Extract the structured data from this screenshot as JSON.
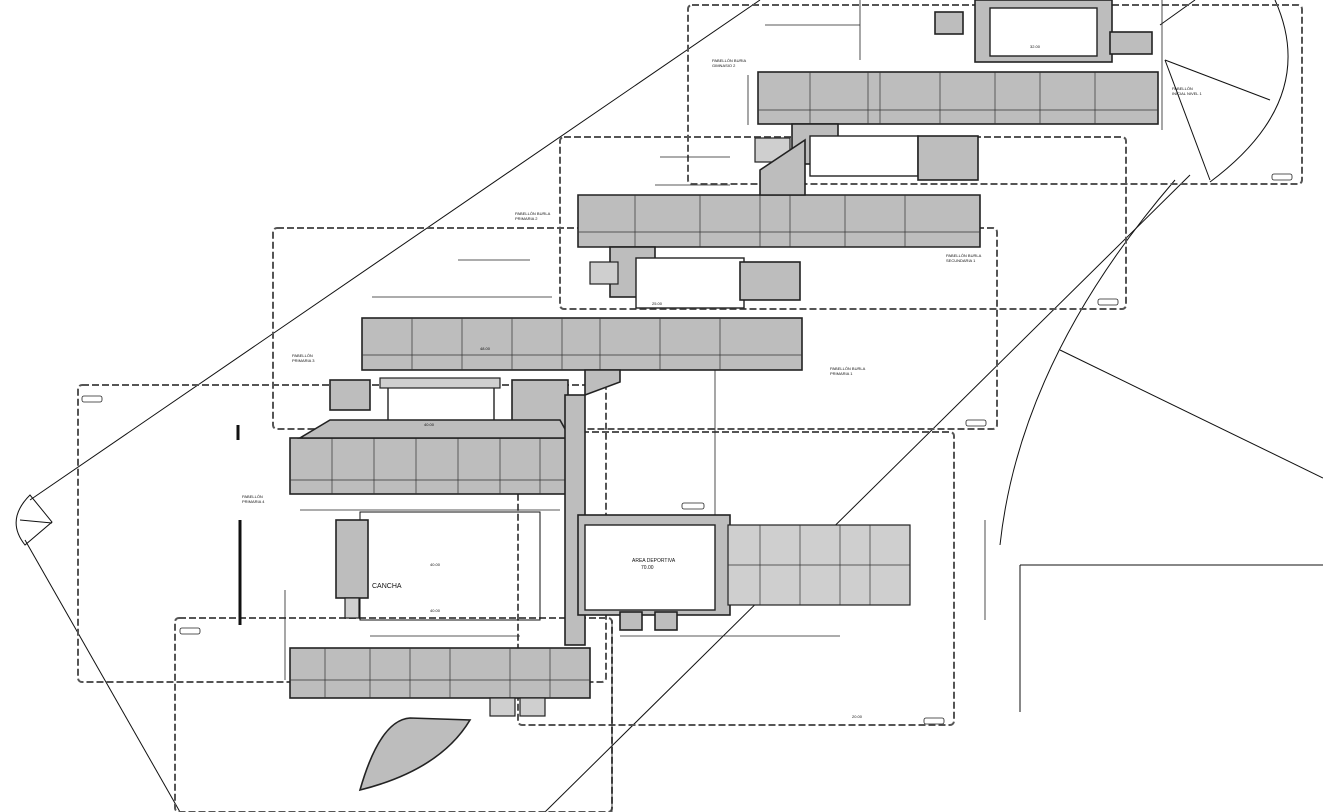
{
  "drawing": {
    "labels": {
      "pavilion_sport_2": "PABELLÓN BURIA\nGIMNASIO 2",
      "pavilion_burla_2": "PABELLÓN BURLA\nPRIMARIA 2",
      "pavilion_prim_3": "PABELLÓN\nPRIMARIA 3",
      "pavilion_prim_1": "PABELLÓN BURLA\nPRIMARIA 1",
      "pavilion_sec_1": "PABELLÓN BURLA\nSECUNDARIA 1",
      "pavilion_edu": "PABELLÓN\nINICIAL NIVEL 1",
      "pavilion_left": "PABELLÓN\nPRIMARIA 4",
      "area_deportiva": "AREA DEPORTIVA",
      "area_value": "70.00",
      "cancha": "CANCHA",
      "dim_a": "40.00",
      "dim_b": "40.00",
      "dim_c": "48.00",
      "dim_d": "32.00",
      "dim_e": "25.00",
      "dim_f": "40.00",
      "dim_g": "20.00"
    }
  }
}
